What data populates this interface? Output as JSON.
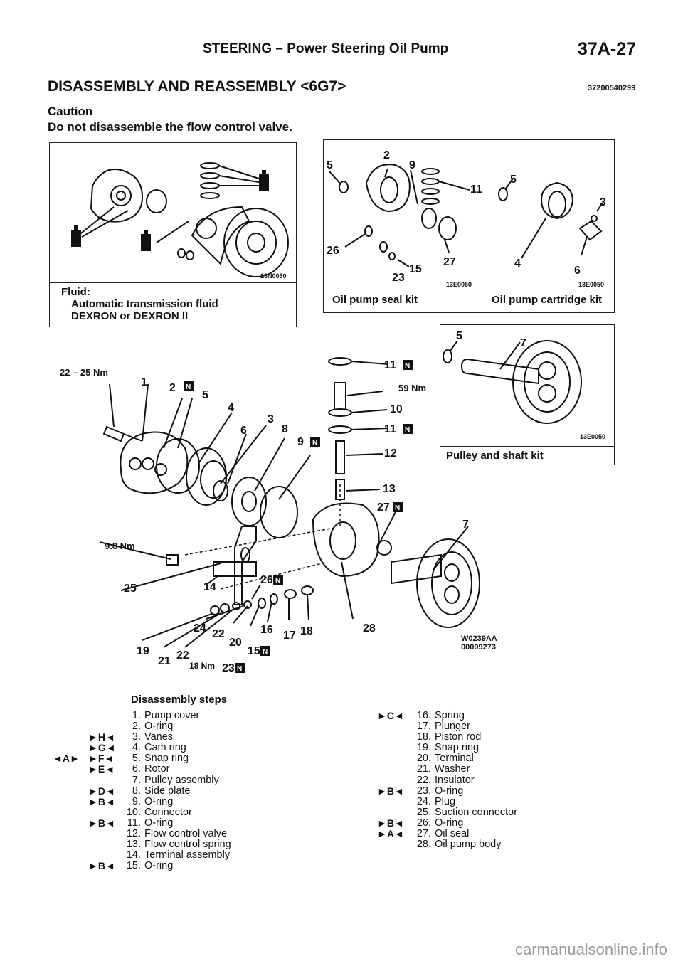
{
  "header": {
    "title": "STEERING – Power Steering Oil Pump",
    "page_number": "37A-27"
  },
  "section": {
    "title": "DISASSEMBLY AND REASSEMBLY <6G7>",
    "doc_id": "37200540299"
  },
  "caution": {
    "heading": "Caution",
    "text": "Do not disassemble the flow control valve."
  },
  "fluid_box": {
    "code": "13N0030",
    "label": "Fluid:",
    "line1": "Automatic transmission fluid",
    "line2": "DEXRON or DEXRON II"
  },
  "seal_kit": {
    "caption": "Oil pump seal kit",
    "code": "13E0050"
  },
  "cartridge_kit": {
    "caption": "Oil pump cartridge kit",
    "code": "13E0050"
  },
  "pulley_kit": {
    "caption": "Pulley and shaft kit",
    "code": "13E0050"
  },
  "diagram": {
    "code1": "W0239AA",
    "code2": "00009273",
    "torque_1": "22 – 25 Nm",
    "torque_2": "59 Nm",
    "torque_3": "9.8 Nm",
    "torque_4": "18 Nm",
    "new_part_symbol": "N"
  },
  "steps": {
    "heading": "Disassembly steps",
    "left": [
      {
        "mark": "",
        "num": "1.",
        "label": "Pump cover"
      },
      {
        "mark": "",
        "num": "2.",
        "label": "O-ring"
      },
      {
        "mark": "►H◄",
        "num": "3.",
        "label": "Vanes"
      },
      {
        "mark": "►G◄",
        "num": "4.",
        "label": "Cam ring"
      },
      {
        "mark": "►F◄",
        "num": "5.",
        "label": "Snap ring",
        "pre": "◄A►"
      },
      {
        "mark": "►E◄",
        "num": "6.",
        "label": "Rotor"
      },
      {
        "mark": "",
        "num": "7.",
        "label": "Pulley assembly"
      },
      {
        "mark": "►D◄",
        "num": "8.",
        "label": "Side plate"
      },
      {
        "mark": "►B◄",
        "num": "9.",
        "label": "O-ring"
      },
      {
        "mark": "",
        "num": "10.",
        "label": "Connector"
      },
      {
        "mark": "►B◄",
        "num": "11.",
        "label": "O-ring"
      },
      {
        "mark": "",
        "num": "12.",
        "label": "Flow control valve"
      },
      {
        "mark": "",
        "num": "13.",
        "label": "Flow control spring"
      },
      {
        "mark": "",
        "num": "14.",
        "label": "Terminal assembly"
      },
      {
        "mark": "►B◄",
        "num": "15.",
        "label": "O-ring"
      }
    ],
    "right": [
      {
        "mark": "►C◄",
        "num": "16.",
        "label": "Spring"
      },
      {
        "mark": "",
        "num": "17.",
        "label": "Plunger"
      },
      {
        "mark": "",
        "num": "18.",
        "label": "Piston rod"
      },
      {
        "mark": "",
        "num": "19.",
        "label": "Snap ring"
      },
      {
        "mark": "",
        "num": "20.",
        "label": "Terminal"
      },
      {
        "mark": "",
        "num": "21.",
        "label": "Washer"
      },
      {
        "mark": "",
        "num": "22.",
        "label": "Insulator"
      },
      {
        "mark": "►B◄",
        "num": "23.",
        "label": "O-ring"
      },
      {
        "mark": "",
        "num": "24.",
        "label": "Plug"
      },
      {
        "mark": "",
        "num": "25.",
        "label": "Suction connector"
      },
      {
        "mark": "►B◄",
        "num": "26.",
        "label": "O-ring"
      },
      {
        "mark": "►A◄",
        "num": "27.",
        "label": "Oil seal"
      },
      {
        "mark": "",
        "num": "28.",
        "label": "Oil pump body"
      }
    ]
  },
  "watermark": "carmanualsonline.info"
}
